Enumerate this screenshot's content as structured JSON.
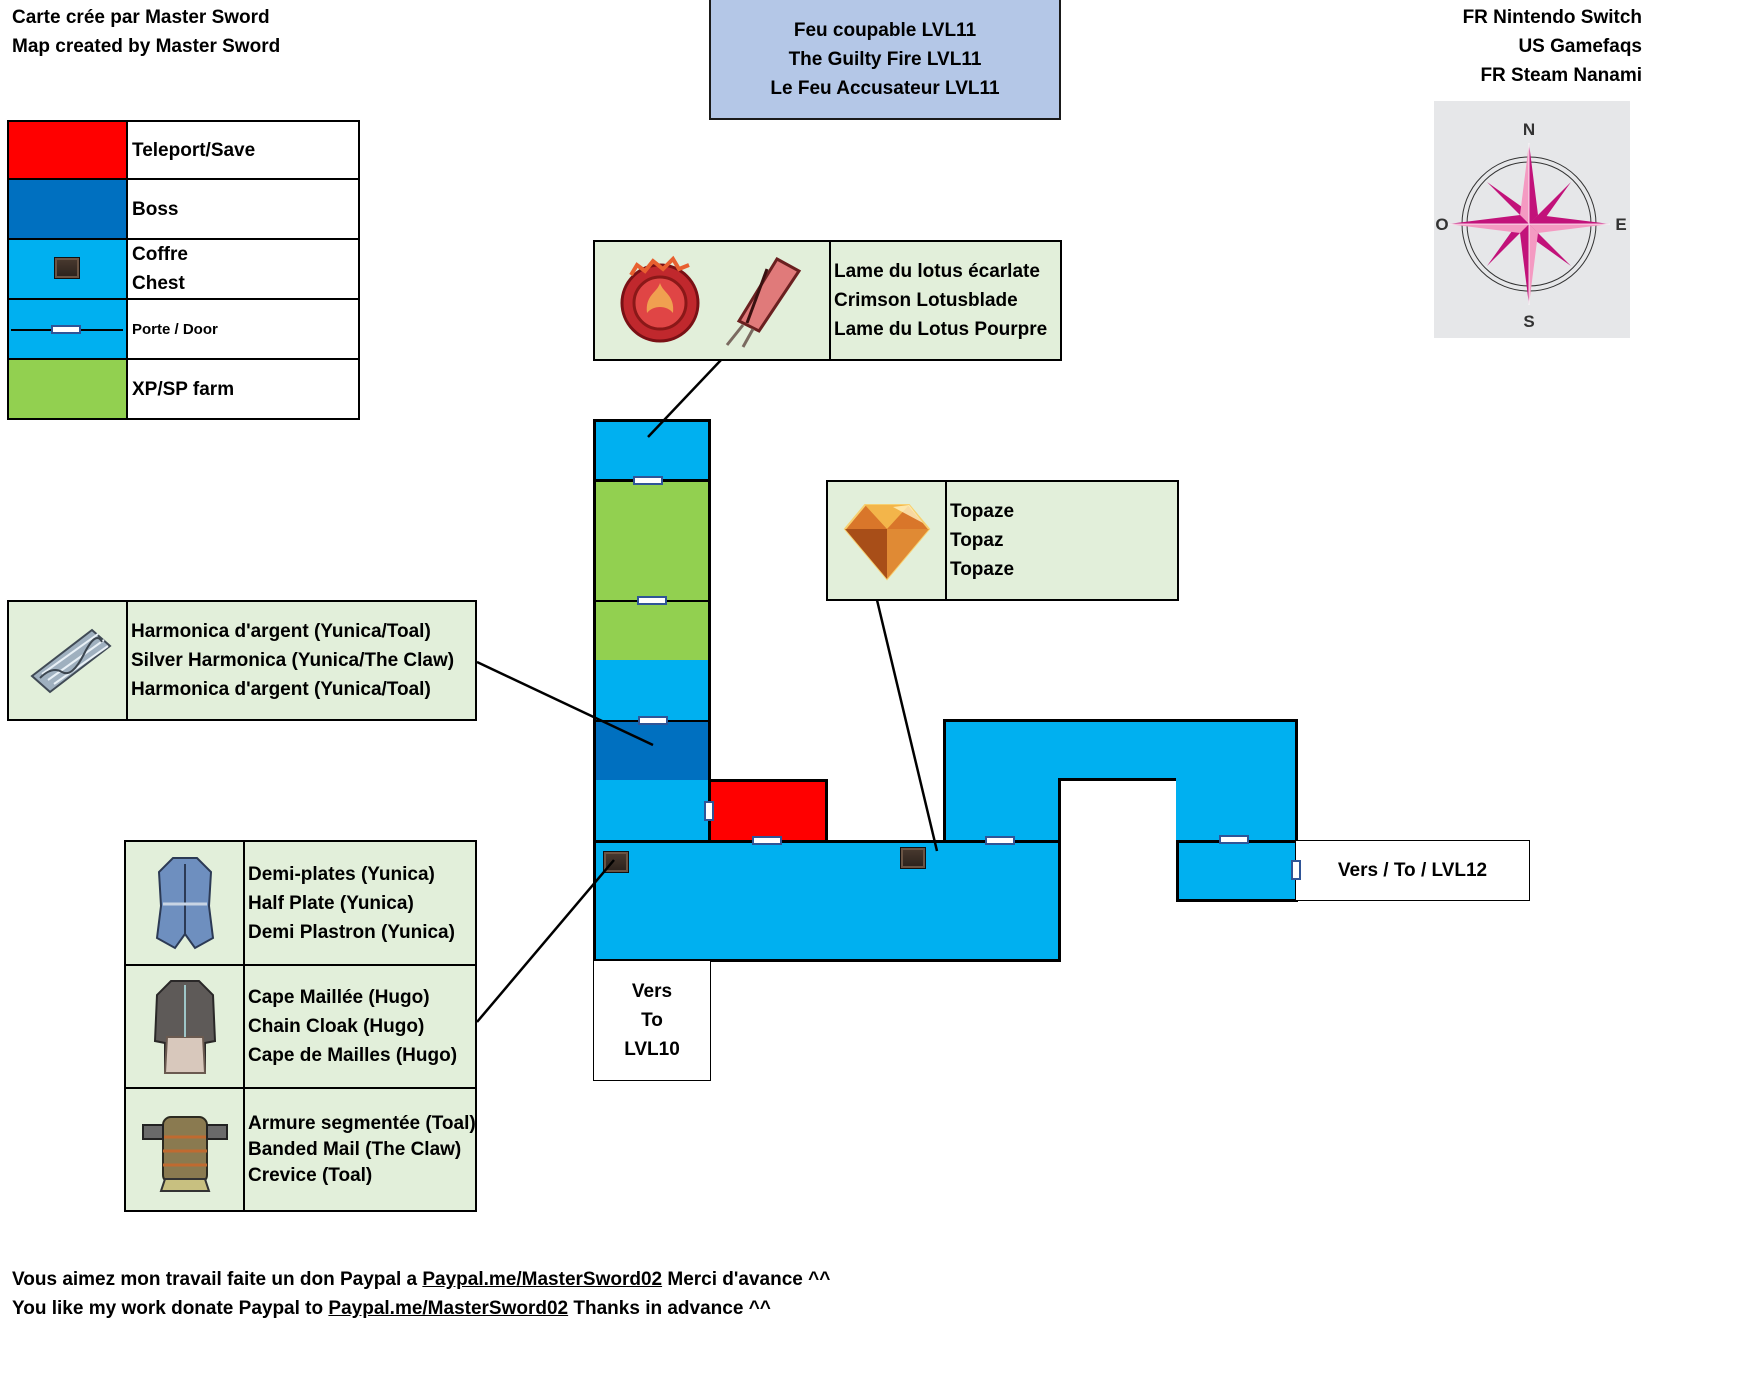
{
  "credits": [
    "Carte crée par Master Sword",
    "Map created by Master Sword"
  ],
  "sources": [
    "FR Nintendo Switch",
    "US Gamefaqs",
    "FR Steam Nanami"
  ],
  "title": [
    "Feu coupable LVL11",
    "The Guilty Fire LVL11",
    "Le Feu Accusateur LVL11"
  ],
  "compass": {
    "n": "N",
    "s": "S",
    "e": "E",
    "w": "O"
  },
  "legend": [
    {
      "label": "Teleport/Save",
      "color": "#ff0000",
      "icon": "none"
    },
    {
      "label": "Boss",
      "color": "#0070c0",
      "icon": "none"
    },
    {
      "label": "Coffre",
      "label2": "Chest",
      "color": "#00b0f0",
      "icon": "chest-icon"
    },
    {
      "label": "Porte / Door",
      "color": "#00b0f0",
      "icon": "door-icon"
    },
    {
      "label": "XP/SP farm",
      "color": "#92d050",
      "icon": "none"
    }
  ],
  "items": {
    "lotus": {
      "icons": [
        "emblem-icon",
        "sword-icon"
      ],
      "lines": [
        "Lame du lotus écarlate",
        "Crimson Lotusblade",
        "Lame du Lotus Pourpre"
      ]
    },
    "topaz": {
      "icon": "gem-icon",
      "lines": [
        "Topaze",
        "Topaz",
        "Topaze"
      ]
    },
    "harmonica": {
      "icon": "harmonica-icon",
      "lines": [
        "Harmonica d'argent (Yunica/Toal)",
        "Silver Harmonica (Yunica/The Claw)",
        "Harmonica d'argent (Yunica/Toal)"
      ]
    },
    "armor_stack": [
      {
        "icon": "armor-icon",
        "lines": [
          "Demi-plates (Yunica)",
          "Half Plate (Yunica)",
          "Demi Plastron (Yunica)"
        ]
      },
      {
        "icon": "cloak-icon",
        "lines": [
          "Cape Maillée (Hugo)",
          "Chain Cloak (Hugo)",
          "Cape de Mailles (Hugo)"
        ]
      },
      {
        "icon": "banded-armor-icon",
        "lines": [
          "Armure segmentée (Toal)",
          "Banded Mail (The Claw)",
          "Crevice (Toal)"
        ]
      }
    ]
  },
  "exits": {
    "lvl10": [
      "Vers",
      "To",
      "LVL10"
    ],
    "lvl12": "Vers / To / LVL12"
  },
  "footer": {
    "fr_prefix": "Vous aimez mon travail faite un don Paypal a ",
    "link": "Paypal.me/MasterSword02",
    "fr_suffix": " Merci d'avance ^^",
    "en_prefix": "You like my work donate Paypal to ",
    "en_suffix": " Thanks in advance ^^"
  },
  "colors": {
    "teleport": "#ff0000",
    "boss": "#0070c0",
    "room": "#00b0f0",
    "farm": "#92d050",
    "item_card": "#e2efda",
    "title_bg": "#b4c7e7"
  }
}
